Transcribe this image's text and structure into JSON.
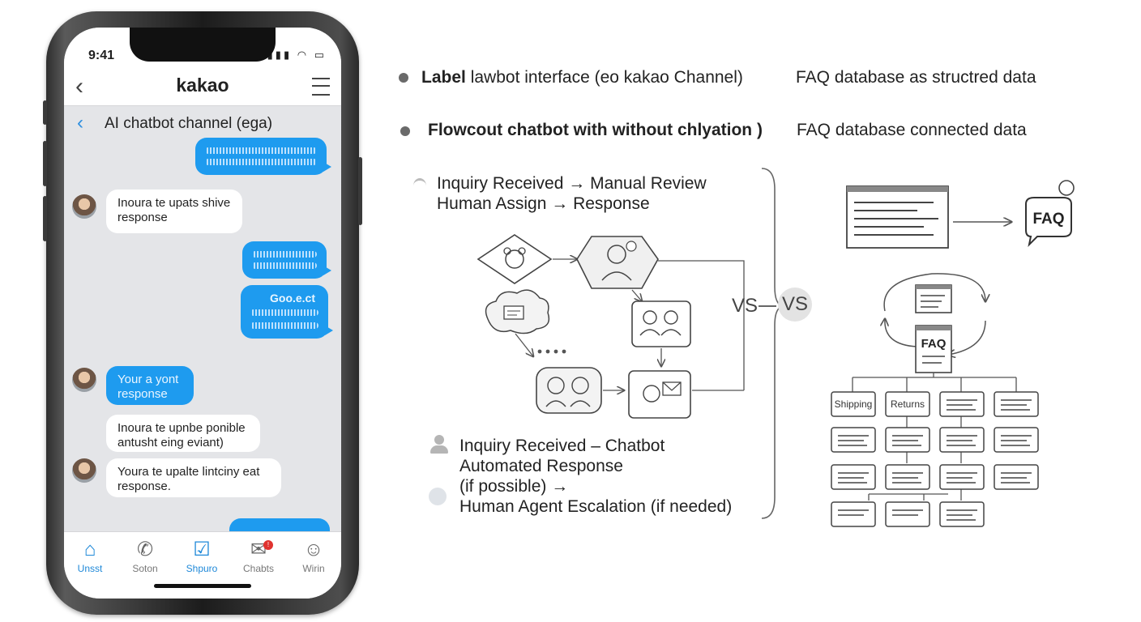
{
  "phone": {
    "time": "9:41",
    "app_title": "kakao",
    "channel_title": "AI chatbot channel (ega)",
    "messages": [
      {
        "side": "in",
        "text": "Inoura te upats shive\nresponse"
      },
      {
        "side": "out",
        "overlay": "Goo.e.ct"
      },
      {
        "side": "in-blue",
        "text": "Your a yont\nresponse"
      },
      {
        "side": "in",
        "text": "Inoura te upnbe ponible\nantusht eing eviant)"
      },
      {
        "side": "in",
        "text": "Youra te upalte lintciny eat\nresponse."
      }
    ],
    "tabs": [
      {
        "label": "Unsst",
        "icon": "home-icon",
        "glyph": "⌂",
        "active": true
      },
      {
        "label": "Soton",
        "icon": "phone-icon",
        "glyph": "✆",
        "active": false
      },
      {
        "label": "Shpuro",
        "icon": "chat-check-icon",
        "glyph": "☑",
        "active": true
      },
      {
        "label": "Chabts",
        "icon": "chat-icon",
        "glyph": "✉",
        "active": false
      },
      {
        "label": "Wirin",
        "icon": "person-icon",
        "glyph": "☺",
        "active": false
      }
    ]
  },
  "headings": {
    "row1_left_bold": "Label",
    "row1_left_rest": "lawbot interface (eo kakao Channel)",
    "row1_right": "FAQ database as structred data",
    "row2_left": "Flowcout chatbot with without chlyation )",
    "row2_right": "FAQ database connected data"
  },
  "manual_flow": {
    "line1": "Inquiry Received → Manual Review",
    "line2": "Human Assign → Response"
  },
  "auto_flow": {
    "line1": "Inquiry Received – Chatbot",
    "line2": "Automated Response",
    "line3": "(if possible) →",
    "line4": "Human Agent Escalation (if needed)"
  },
  "vs_labels": {
    "vs_left": "VS",
    "vs_circle": "VS"
  },
  "faq": {
    "bubble_label": "FAQ",
    "doc_label": "FAQ",
    "tree_labels": [
      "Shipping",
      "Returns"
    ]
  },
  "colors": {
    "accent_blue": "#1e9bef",
    "tab_active": "#1e88d8",
    "badge_red": "#e0332f"
  }
}
